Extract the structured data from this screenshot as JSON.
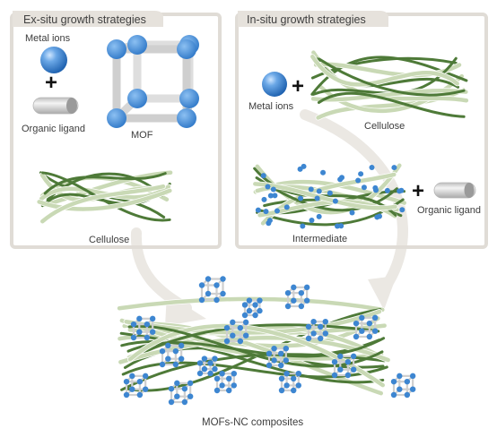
{
  "panels": {
    "ex_situ": {
      "title": "Ex-situ growth strategies",
      "metal_ions": "Metal ions",
      "organic_ligand": "Organic ligand",
      "mof": "MOF",
      "cellulose": "Cellulose",
      "plus": "+"
    },
    "in_situ": {
      "title": "In-situ growth strategies",
      "metal_ions": "Metal ions",
      "cellulose": "Cellulose",
      "intermediate": "Intermediate",
      "organic_ligand": "Organic ligand",
      "plus": "+"
    }
  },
  "result": {
    "label": "MOFs-NC composites"
  },
  "colors": {
    "panel_border": "#e0dcd6",
    "tab_fill": "#e6e2dc",
    "arrow": "#ebe8e3",
    "fiber_dark": "#4e7a38",
    "fiber_light": "#c9d9b5",
    "ion_blue": "#3d86d1",
    "frame_gray": "#d4d4d4"
  }
}
